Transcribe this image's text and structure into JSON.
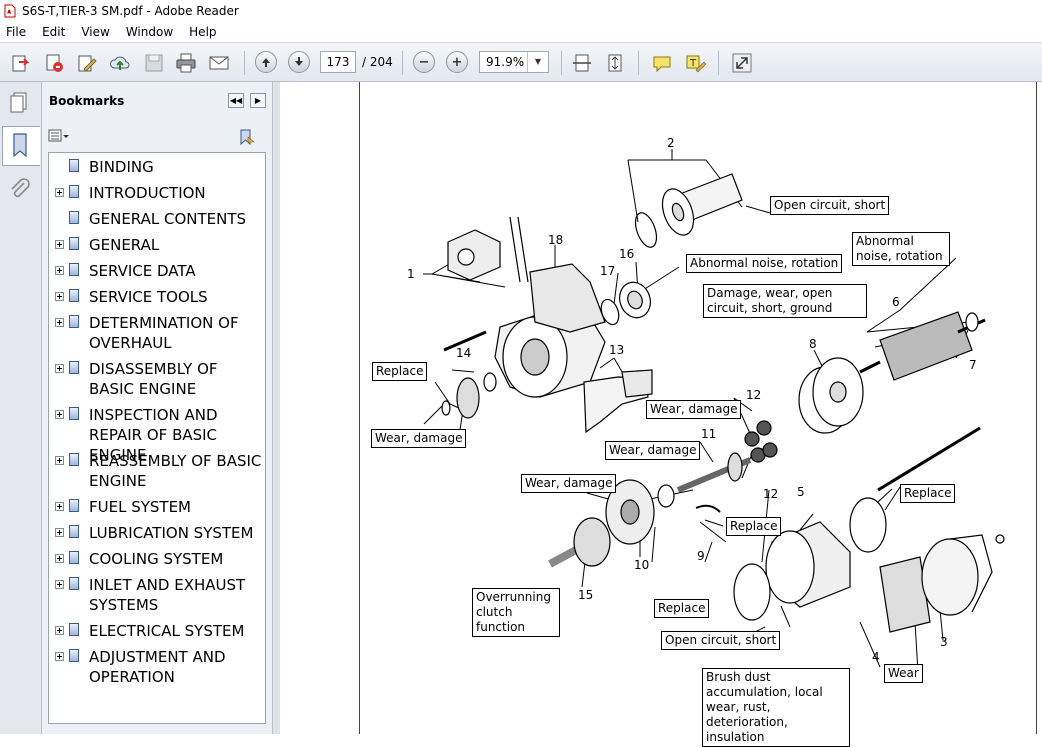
{
  "window": {
    "title": "S6S-T,TIER-3 SM.pdf - Adobe Reader"
  },
  "menu": [
    "File",
    "Edit",
    "View",
    "Window",
    "Help"
  ],
  "toolbar": {
    "page_current": "173",
    "page_total": "/ 204",
    "zoom": "91.9%",
    "minus": "−",
    "plus": "+"
  },
  "bookmarks": {
    "title": "Bookmarks",
    "items": [
      {
        "label": "BINDING",
        "expandable": false
      },
      {
        "label": "INTRODUCTION",
        "expandable": true
      },
      {
        "label": "GENERAL CONTENTS",
        "expandable": false
      },
      {
        "label": "GENERAL",
        "expandable": true
      },
      {
        "label": "SERVICE DATA",
        "expandable": true
      },
      {
        "label": "SERVICE TOOLS",
        "expandable": true
      },
      {
        "label": "DETERMINATION OF OVERHAUL",
        "expandable": true
      },
      {
        "label": "DISASSEMBLY OF BASIC ENGINE",
        "expandable": true
      },
      {
        "label": "INSPECTION AND REPAIR OF BASIC ENGINE",
        "expandable": true
      },
      {
        "label": "REASSEMBLY OF BASIC ENGINE",
        "expandable": true
      },
      {
        "label": "FUEL SYSTEM",
        "expandable": true
      },
      {
        "label": "LUBRICATION SYSTEM",
        "expandable": true
      },
      {
        "label": "COOLING SYSTEM",
        "expandable": true
      },
      {
        "label": "INLET AND EXHAUST SYSTEMS",
        "expandable": true
      },
      {
        "label": "ELECTRICAL SYSTEM",
        "expandable": true
      },
      {
        "label": "ADJUSTMENT AND OPERATION",
        "expandable": true
      }
    ]
  },
  "diagram": {
    "callouts": {
      "open_circuit_short_top": "Open circuit, short",
      "abnormal_noise_rotation": "Abnormal noise, rotation",
      "abnormal_noise_rotation_2": "Abnormal noise, rotation",
      "damage_wear": "Damage, wear, open circuit, short, ground",
      "replace_left": "Replace",
      "wear_damage_left": "Wear, damage",
      "wear_damage_12": "Wear, damage",
      "wear_damage_13": "Wear, damage",
      "wear_damage_10": "Wear, damage",
      "replace_9": "Replace",
      "replace_right": "Replace",
      "overrunning": "Overrunning clutch function",
      "replace_bottom": "Replace",
      "open_circuit_short_bottom": "Open circuit, short",
      "brush_dust": "Brush dust accumulation, local wear, rust, deterioration, insulation",
      "wear": "Wear"
    },
    "numbers": {
      "n1": "1",
      "n2": "2",
      "n3": "3",
      "n4": "4",
      "n5": "5",
      "n6": "6",
      "n7": "7",
      "n8": "8",
      "n9": "9",
      "n10": "10",
      "n11": "11",
      "n12a": "12",
      "n12b": "12",
      "n13": "13",
      "n14": "14",
      "n15": "15",
      "n16": "16",
      "n17": "17",
      "n18": "18"
    }
  }
}
